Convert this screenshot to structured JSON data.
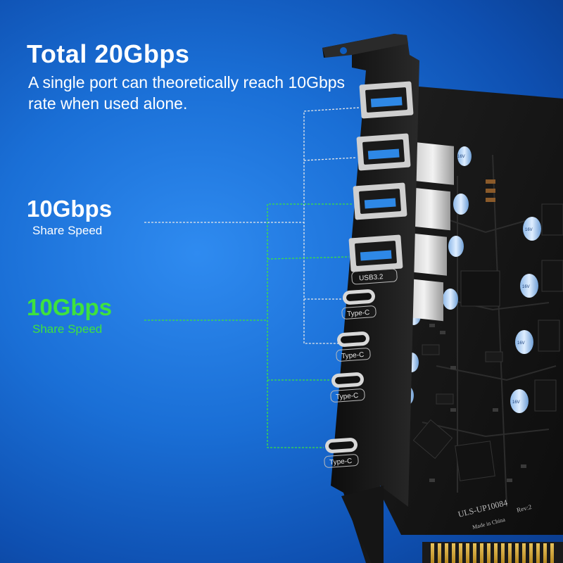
{
  "headline": "Total 20Gbps",
  "description": "A single port can theoretically reach 10Gbps rate when used alone.",
  "groups": [
    {
      "speed": "10Gbps",
      "caption": "Share Speed",
      "color": "#ffffff"
    },
    {
      "speed": "10Gbps",
      "caption": "Share Speed",
      "color": "#3ee23e"
    }
  ],
  "ports": {
    "usb_a_label": "USB3.2",
    "type_c_label": "Type-C"
  },
  "board": {
    "model": "ULS-UP10084",
    "revision": "Rev:2",
    "made_in": "Made in China"
  },
  "colors": {
    "background": "#1a6fd6",
    "accent_green": "#3ee23e",
    "usb_blue": "#2e88e6"
  }
}
